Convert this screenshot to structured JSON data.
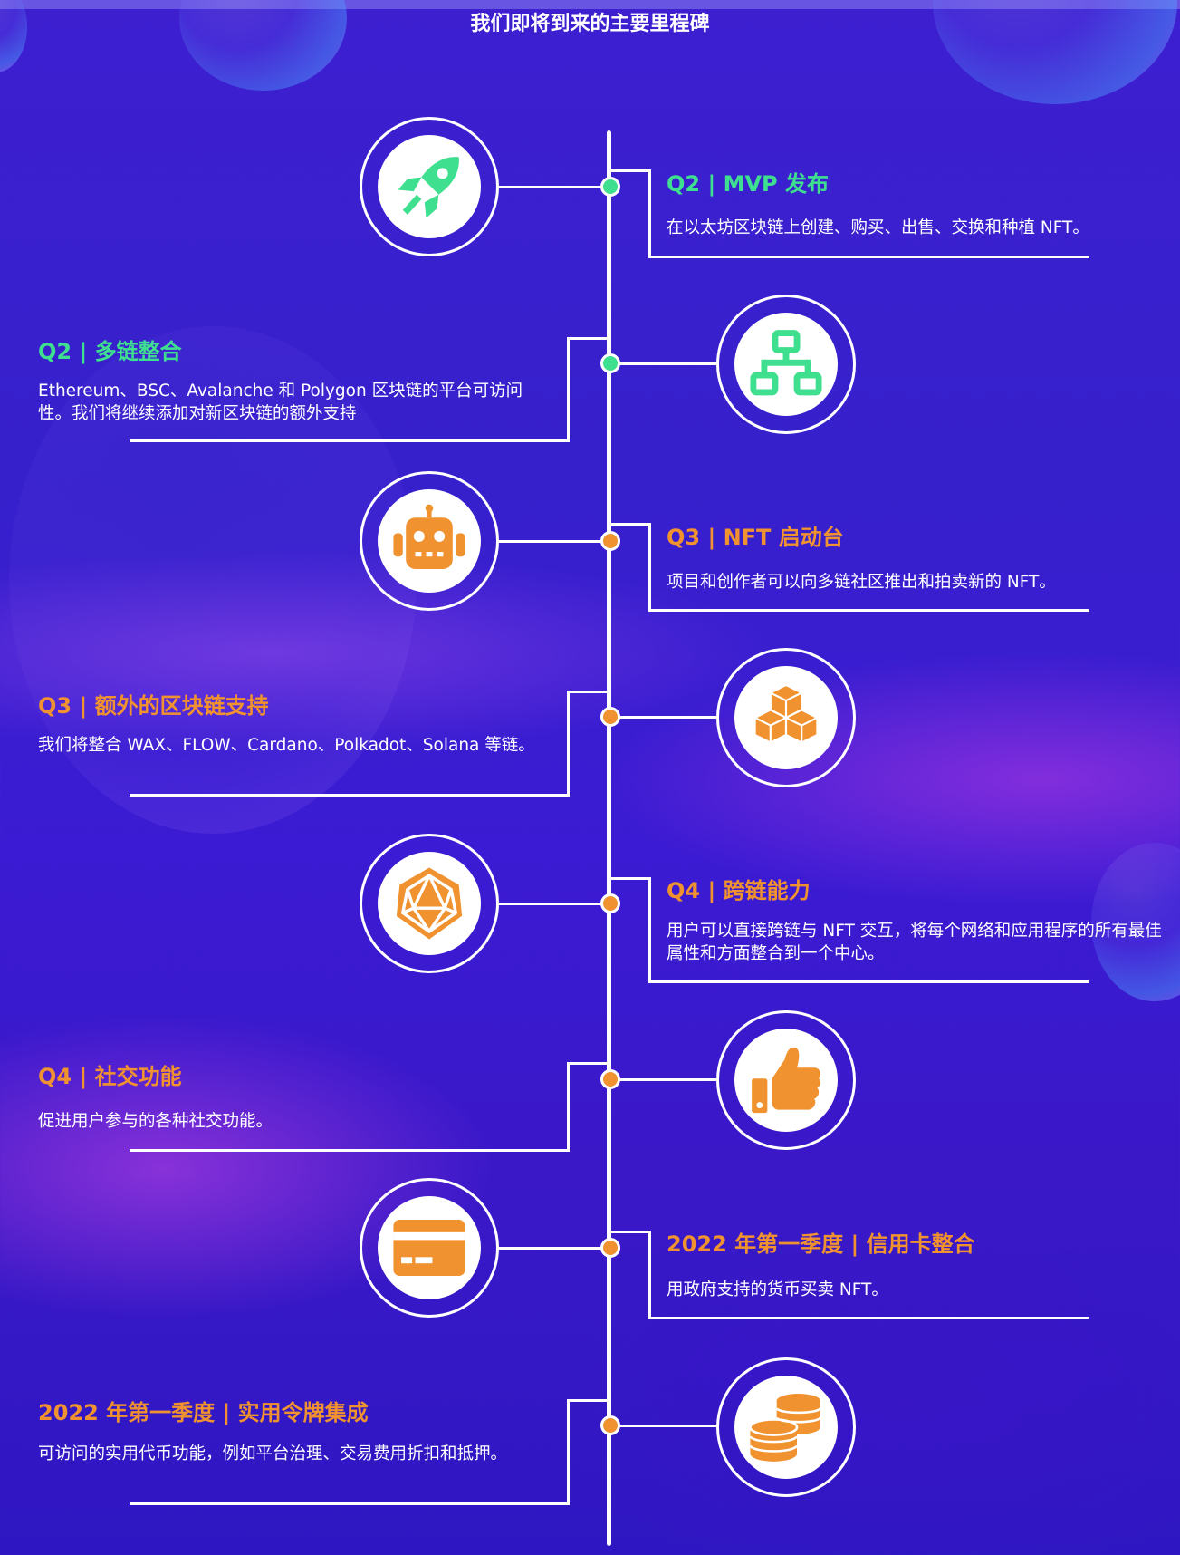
{
  "page": {
    "title": "我们即将到来的主要里程碑"
  },
  "colors": {
    "green": "#3ee08f",
    "orange": "#f0922f",
    "line": "#ffffff"
  },
  "milestones": [
    {
      "title": "Q2 | MVP 发布",
      "desc": "在以太坊区块链上创建、购买、出售、交换和种植 NFT。",
      "color": "#3ee08f",
      "icon": "rocket-icon"
    },
    {
      "title": "Q2 | 多链整合",
      "desc": "Ethereum、BSC、Avalanche 和 Polygon 区块链的平台可访问性。我们将继续添加对新区块链的额外支持",
      "color": "#3ee08f",
      "icon": "network-icon"
    },
    {
      "title": "Q3 | NFT 启动台",
      "desc": "项目和创作者可以向多链社区推出和拍卖新的 NFT。",
      "color": "#f0922f",
      "icon": "robot-icon"
    },
    {
      "title": "Q3 | 额外的区块链支持",
      "desc": "我们将整合 WAX、FLOW、Cardano、Polkadot、Solana 等链。",
      "color": "#f0922f",
      "icon": "cubes-icon"
    },
    {
      "title": "Q4 | 跨链能力",
      "desc": "用户可以直接跨链与 NFT 交互，将每个网络和应用程序的所有最佳属性和方面整合到一个中心。",
      "color": "#f0922f",
      "icon": "polyhedron-icon"
    },
    {
      "title": "Q4 | 社交功能",
      "desc": "促进用户参与的各种社交功能。",
      "color": "#f0922f",
      "icon": "thumbs-up-icon"
    },
    {
      "title": "2022 年第一季度 | 信用卡整合",
      "desc": "用政府支持的货币买卖 NFT。",
      "color": "#f0922f",
      "icon": "credit-card-icon"
    },
    {
      "title": "2022 年第一季度 | 实用令牌集成",
      "desc": "可访问的实用代币功能，例如平台治理、交易费用折扣和抵押。",
      "color": "#f0922f",
      "icon": "coins-icon"
    }
  ]
}
